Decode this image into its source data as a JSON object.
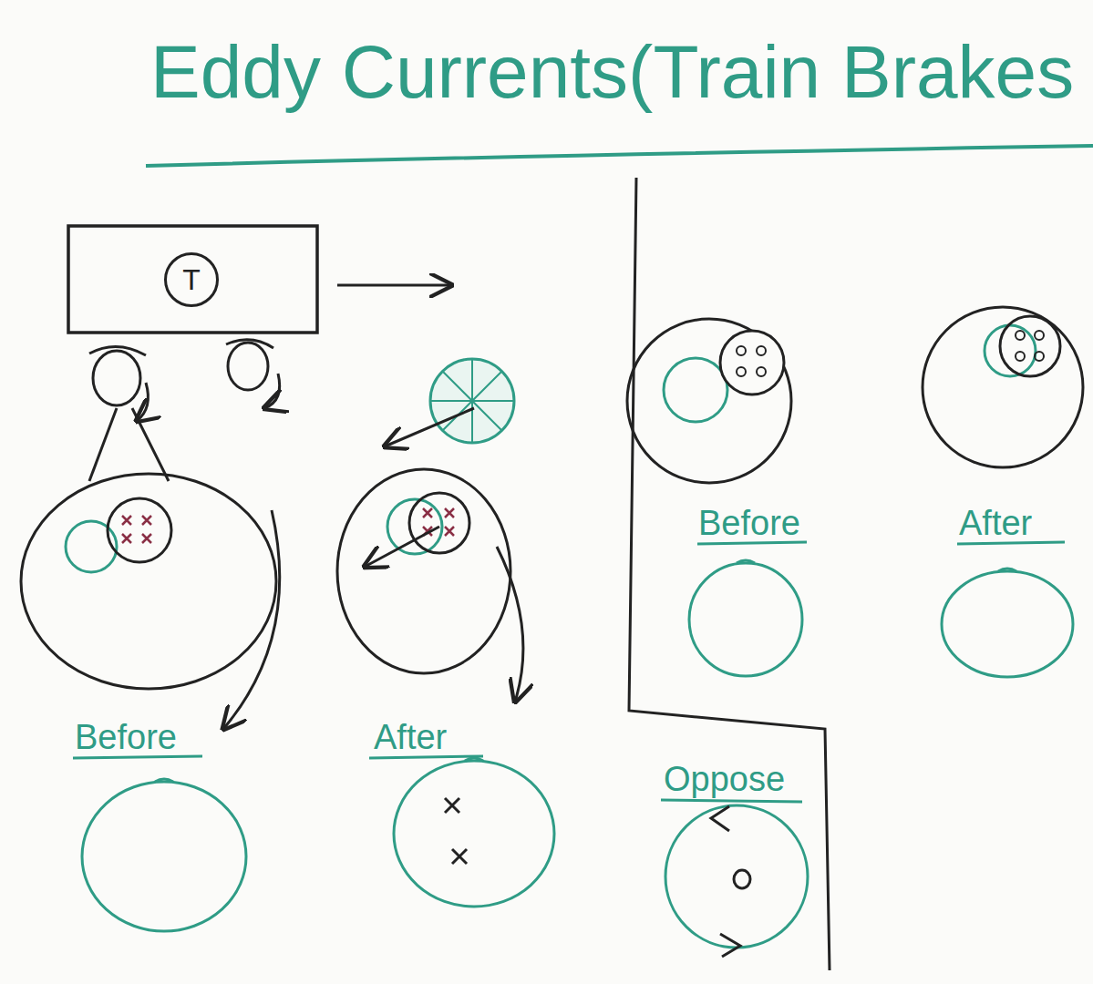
{
  "diagram": {
    "title": "Eddy Currents(Train Brakes",
    "nodes": [
      {
        "text": [
          "T"
        ]
      }
    ],
    "labels": [
      "Before",
      "After",
      "Before",
      "After",
      "Oppose"
    ]
  }
}
